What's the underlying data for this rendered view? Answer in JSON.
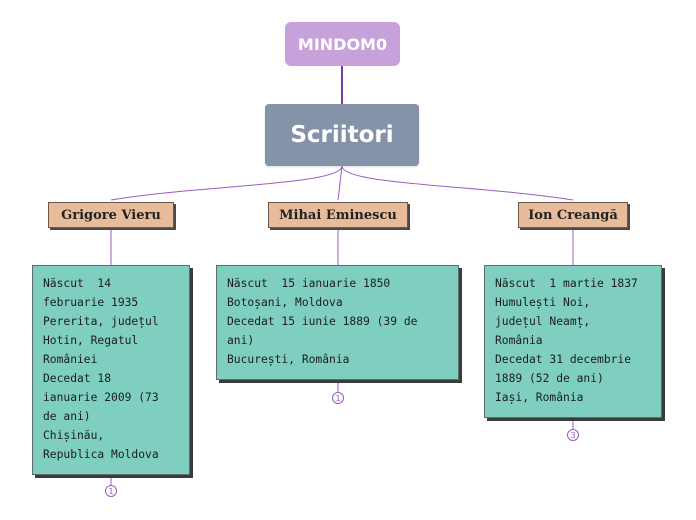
{
  "root": {
    "label": "MINDOM0"
  },
  "main": {
    "label": "Scriitori"
  },
  "branches": [
    {
      "title": "Grigore Vieru",
      "details": [
        "Născut  14",
        "februarie 1935",
        "Pererita, județul",
        "Hotin, Regatul",
        "României",
        "Decedat 18",
        "ianuarie 2009 (73",
        "de ani)",
        "Chișinău,",
        "Republica Moldova"
      ],
      "badge": "1"
    },
    {
      "title": "Mihai Eminescu",
      "details": [
        "Născut  15 ianuarie 1850",
        "Botoșani, Moldova",
        "Decedat 15 iunie 1889 (39 de",
        "ani)",
        "București, România"
      ],
      "badge": "1"
    },
    {
      "title": "Ion Creangă",
      "details": [
        "Născut  1 martie 1837",
        "Humulești Noi,",
        "județul Neamț,",
        "România",
        "Decedat 31 decembrie",
        "1889 (52 de ani)",
        "Iași, România"
      ],
      "badge": "3"
    }
  ],
  "colors": {
    "root": "#c7a1d9",
    "main": "#8593a9",
    "branch": "#e8bc9a",
    "detail": "#7ecfc0",
    "connector": "#9a5cc0"
  }
}
